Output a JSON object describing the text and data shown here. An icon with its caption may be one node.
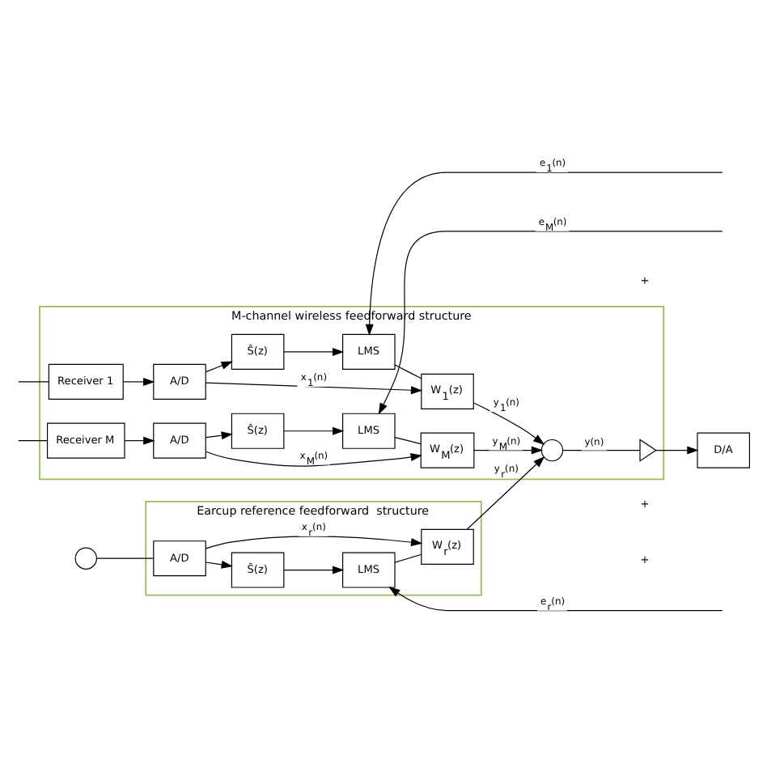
{
  "diagram": {
    "nodes": [
      {
        "text": [
          "M-channel wireless feedforward structure"
        ]
      },
      {
        "text": [
          "Receiver 1"
        ],
        "in": 0
      },
      {
        "text": [
          "A/D"
        ],
        "in": 0
      },
      {
        "text": [
          "W$_{1}$(z)"
        ],
        "in": 0
      },
      {
        "text": [
          "Ŝ(z)"
        ],
        "in": 0
      },
      {
        "text": [
          "LMS"
        ],
        "in": 0
      },
      {
        "text": [
          "Receiver M"
        ],
        "in": 0
      },
      {
        "text": [
          "A/D"
        ],
        "in": 0
      },
      {
        "text": [
          "W$_{M}$(z)"
        ],
        "in": 0
      },
      {
        "text": [
          "Ŝ(z)"
        ],
        "in": 0
      },
      {
        "text": [
          "LMS"
        ],
        "in": 0
      },
      {
        "text": [],
        "shape": "circle",
        "in": 0
      },
      {
        "text": [],
        "shape": "triangle",
        "in": 0
      },
      {
        "text": [
          "D/A"
        ]
      },
      {
        "text": [
          "Earcup reference feedforward  structure"
        ]
      },
      {
        "text": [],
        "shape": "circle"
      },
      {
        "text": [
          "A/D"
        ],
        "in": 14
      },
      {
        "text": [
          "W$_{r}$(z)"
        ],
        "in": 14
      },
      {
        "text": [
          "Ŝ(z)"
        ],
        "in": 14
      },
      {
        "text": [
          "LMS"
        ],
        "in": 14
      }
    ],
    "edges": [
      {
        "from": null,
        "to": 1,
        "arrow": "none"
      },
      {
        "from": 1,
        "to": 2,
        "arrow": "to"
      },
      {
        "from": 2,
        "to": 3,
        "arrow": "to",
        "label": "x$_{1}$(n)"
      },
      {
        "from": 2,
        "to": 4,
        "arrow": "to"
      },
      {
        "from": 4,
        "to": 5,
        "arrow": "to"
      },
      {
        "from": 5,
        "to": 3,
        "arrow": "none"
      },
      {
        "from": 3,
        "to": 11,
        "arrow": "to",
        "label": "y$_{1}$(n)"
      },
      {
        "from": null,
        "to": 5,
        "arrow": "to",
        "label": "e$_{1}$(n)"
      },
      {
        "from": null,
        "to": 6,
        "arrow": "none"
      },
      {
        "from": 6,
        "to": 7,
        "arrow": "to"
      },
      {
        "from": 7,
        "to": 8,
        "arrow": "to",
        "label": "x$_{M}$(n)"
      },
      {
        "from": 7,
        "to": 9,
        "arrow": "to"
      },
      {
        "from": 9,
        "to": 10,
        "arrow": "to"
      },
      {
        "from": 10,
        "to": 8,
        "arrow": "none"
      },
      {
        "from": 8,
        "to": 11,
        "arrow": "to",
        "label": "y$_{M}$(n)"
      },
      {
        "from": null,
        "to": 10,
        "arrow": "to",
        "label": "e$_{M}$(n)"
      },
      {
        "from": 11,
        "to": 12,
        "arrow": "none",
        "label": "y(n)"
      },
      {
        "from": 12,
        "to": 13,
        "arrow": "to"
      },
      {
        "from": 15,
        "to": 16,
        "arrow": "none"
      },
      {
        "from": 16,
        "to": 17,
        "arrow": "to",
        "label": "x$_{r}$(n)"
      },
      {
        "from": 16,
        "to": 18,
        "arrow": "to"
      },
      {
        "from": 18,
        "to": 19,
        "arrow": "to"
      },
      {
        "from": 19,
        "to": 17,
        "arrow": "none"
      },
      {
        "from": 17,
        "to": 11,
        "arrow": "to",
        "label": "y$_{r}$(n)"
      },
      {
        "from": null,
        "to": 19,
        "arrow": "to",
        "label": "e$_{r}$(n)"
      }
    ],
    "labels": [
      "+",
      "+",
      "+"
    ]
  }
}
